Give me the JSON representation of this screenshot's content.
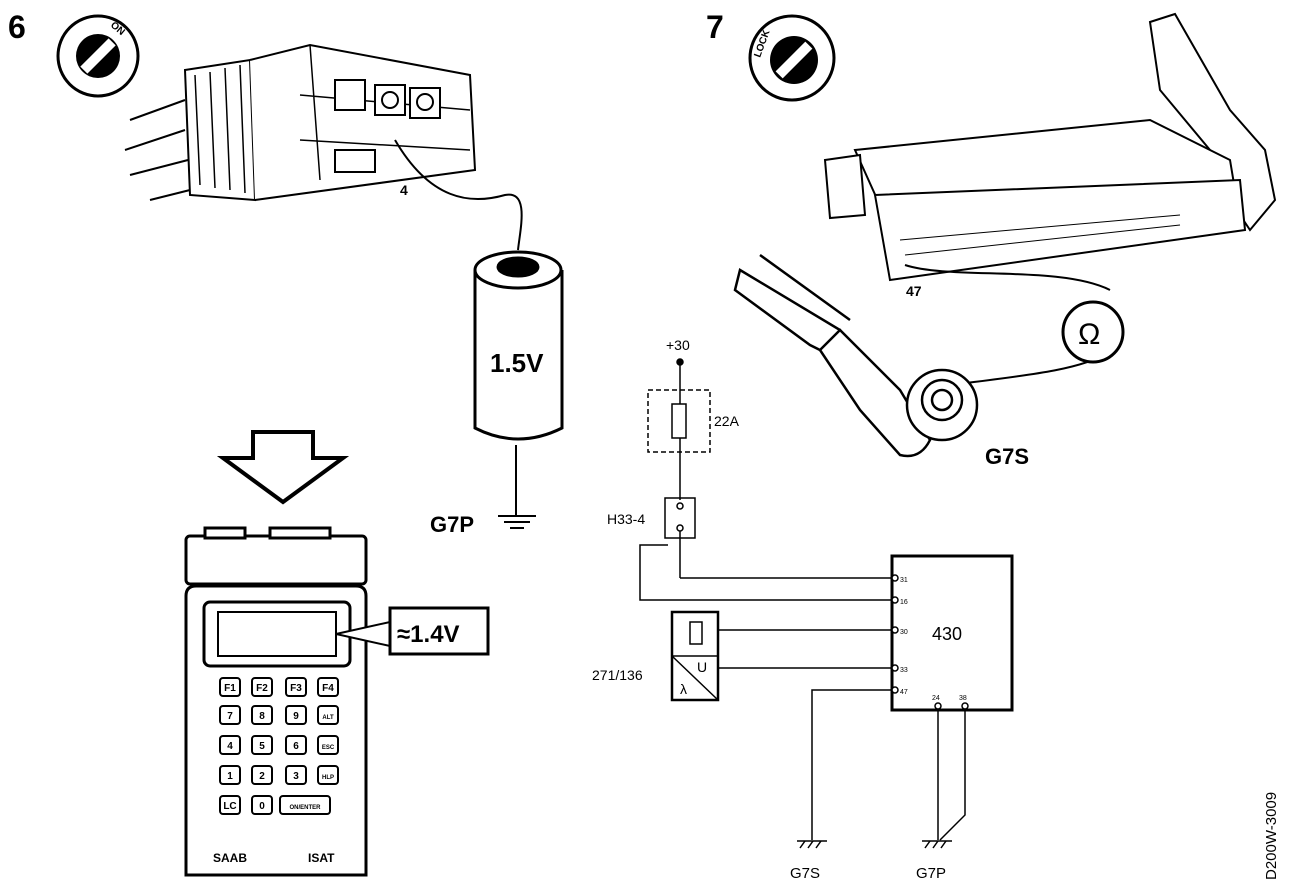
{
  "steps": {
    "six": "6",
    "seven": "7"
  },
  "ignition": {
    "on_label": "ON",
    "lock_label": "LOCK"
  },
  "battery": {
    "voltage": "1.5V"
  },
  "connector": {
    "pin_left": "4",
    "pin_right": "47"
  },
  "grounds": {
    "g7p": "G7P",
    "g7s": "G7S",
    "g7s_bottom": "G7S",
    "g7p_bottom": "G7P"
  },
  "ohmmeter": {
    "symbol": "Ω"
  },
  "tester": {
    "reading": "≈1.4V",
    "brand": "SAAB",
    "model": "ISAT",
    "keys": [
      "F1",
      "F2",
      "F3",
      "F4",
      "7",
      "8",
      "9",
      "ALT",
      "4",
      "5",
      "6",
      "ESC",
      "1",
      "2",
      "3",
      "HLP",
      "LC",
      "0",
      "ON/ENTER"
    ]
  },
  "schematic": {
    "supply": "+30",
    "fuse": "22A",
    "connector": "H33-4",
    "sensor": "271/136",
    "ecu": "430",
    "sensor_u": "U",
    "sensor_lambda": "λ",
    "ecu_pins": [
      "31",
      "16",
      "30",
      "33",
      "47"
    ],
    "ecu_bottom_pins": [
      "24",
      "38"
    ]
  },
  "doc_code": "D200W-3009",
  "colors": {
    "ink": "#000000",
    "paper": "#ffffff"
  }
}
